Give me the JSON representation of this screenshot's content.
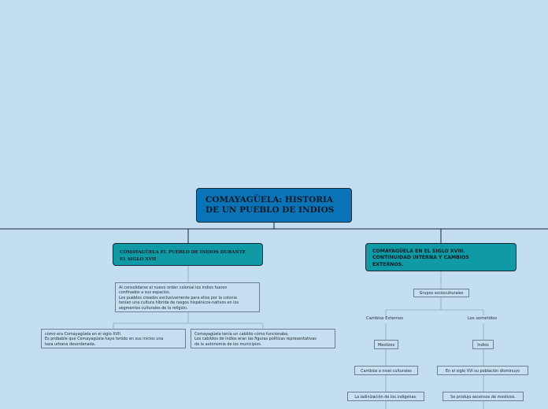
{
  "root": {
    "title_line1": "COMAYAGÜELA: HISTORIA",
    "title_line2": "DE UN PUEBLO DE INDIOS"
  },
  "left_branch": {
    "title_line1": "COMAYAGÜELA EL PUEBLO DE INDIOS DURANTE",
    "title_line2": "EL SIGLO XVII",
    "description": [
      "Al consolidarse el nuevo orden colonial los indios fueron",
      "confinados a sus espacios.",
      "Los pueblos creados exclusivamente para ellos por la colonia",
      "tenían una cultura híbrida de rasgos hispánicos-nativos en los",
      "segmentos culturales de la religión."
    ],
    "child_a": [
      "cómo era Comayagüela en el siglo XVII.",
      "Es probable que Comayagüela haya tenido en sus inicios una",
      "taza urbana desordenada."
    ],
    "child_b": [
      "Comayagüela tenía un cabildo cómo funcionaba.",
      "Los cabildos de indios eran las figuras políticas representativas",
      "de la autonomía de los municipios."
    ]
  },
  "right_branch": {
    "title_line1": "COMAYAGÜELA EN EL SIGLO XVIII.",
    "title_line2": "CONTINUIDAD INTERNA Y CAMBIOS",
    "title_line3": "EXTERNOS.",
    "groups": "Grupos socioculturales",
    "external_changes": "Cambios Externos",
    "subjugated": "Los sometidos",
    "mestizos": "Mestizos",
    "indios": "Indios",
    "cultural_changes": "Cambios a nivel culturales",
    "population_decline": "En el siglo XVI su población disminuyo",
    "ladinization": "La ladinización de los indígenas.",
    "mestizo_rise": "Se produjo ascensos de mestizos."
  },
  "colors": {
    "background": "#c3def1",
    "root_fill": "#0b73b8",
    "branch_fill": "#109aa6",
    "border": "#17262f"
  }
}
